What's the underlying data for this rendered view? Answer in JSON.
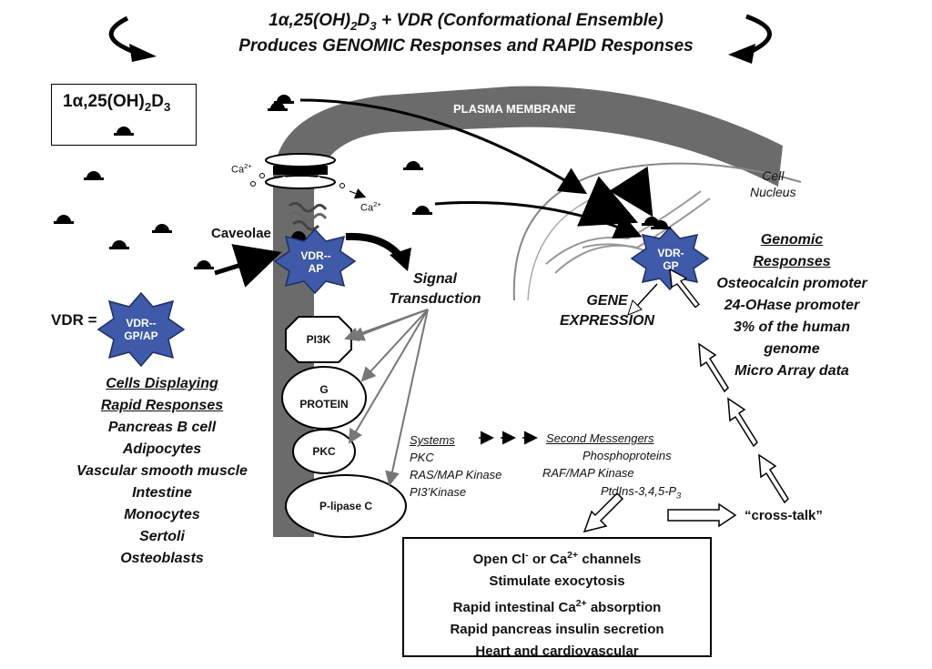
{
  "title": {
    "line1_pre": "1α,25(OH)",
    "line1_sub2": "2",
    "line1_d": "D",
    "line1_sub3": "3",
    "line1_post": " + VDR (Conformational Ensemble)",
    "line2": "Produces GENOMIC Responses and RAPID Responses"
  },
  "ligand_box": {
    "pre": "1α,25(OH)",
    "sub2": "2",
    "d": "D",
    "sub3": "3"
  },
  "membrane_label": "PLASMA MEMBRANE",
  "nucleus_label": {
    "line1": "Cell",
    "line2": "Nucleus"
  },
  "ca_labels": {
    "top": "Ca",
    "top_sup": "2+",
    "right": "Ca",
    "right_sup": "2+"
  },
  "caveolae_label": "Caveolae",
  "vdr_equals": "VDR =",
  "vdr_gpap": {
    "line1": "VDR--",
    "line2": "GP/AP"
  },
  "vdr_ap": {
    "line1": "VDR--",
    "line2": "AP"
  },
  "vdr_gp": {
    "line1": "VDR-",
    "line2": "GP"
  },
  "signal_transduction": {
    "line1": "Signal",
    "line2": "Transduction"
  },
  "gene_expression": {
    "line1": "GENE",
    "line2": "EXPRESSION"
  },
  "genomic": {
    "heading1": "Genomic",
    "heading2": "Responses",
    "items": [
      "Osteocalcin promoter",
      "24-OHase promoter",
      "3% of the human",
      "genome",
      "Micro Array data"
    ]
  },
  "rapid_cells": {
    "heading1": "Cells Displaying",
    "heading2": "Rapid Responses",
    "items": [
      "Pancreas B cell",
      "Adipocytes",
      "Vascular smooth muscle",
      "Intestine",
      "Monocytes",
      "Sertoli",
      "Osteoblasts"
    ]
  },
  "enzymes": [
    "PI3K",
    "G",
    "PROTEIN",
    "PKC",
    "P-lipase C"
  ],
  "systems": {
    "heading": "Systems",
    "items": [
      "PKC",
      "RAS/MAP Kinase",
      "PI3’Kinase"
    ]
  },
  "second_messengers": {
    "heading": "Second Messengers",
    "items": [
      "Phosphoproteins",
      "RAF/MAP Kinase"
    ],
    "ptd_pre": "PtdIns-3,4,5-P",
    "ptd_sub": "3"
  },
  "arrows_text": "→→→",
  "cross_talk": "“cross-talk”",
  "responses_box": {
    "line1_pre": "Open Cl",
    "line1_sup1": "-",
    "line1_mid": " or Ca",
    "line1_sup2": "2+",
    "line1_post": " channels",
    "line2": "Stimulate exocytosis",
    "line3_pre": "Rapid intestinal Ca",
    "line3_sup": "2+",
    "line3_post": " absorption",
    "line4": "Rapid pancreas insulin secretion",
    "line5": "Heart and cardiovascular"
  },
  "colors": {
    "membrane": "#6b6b6b",
    "vdr_star": "#3f5aa8",
    "star_edge": "#1e2f66",
    "ink": "#000000"
  }
}
